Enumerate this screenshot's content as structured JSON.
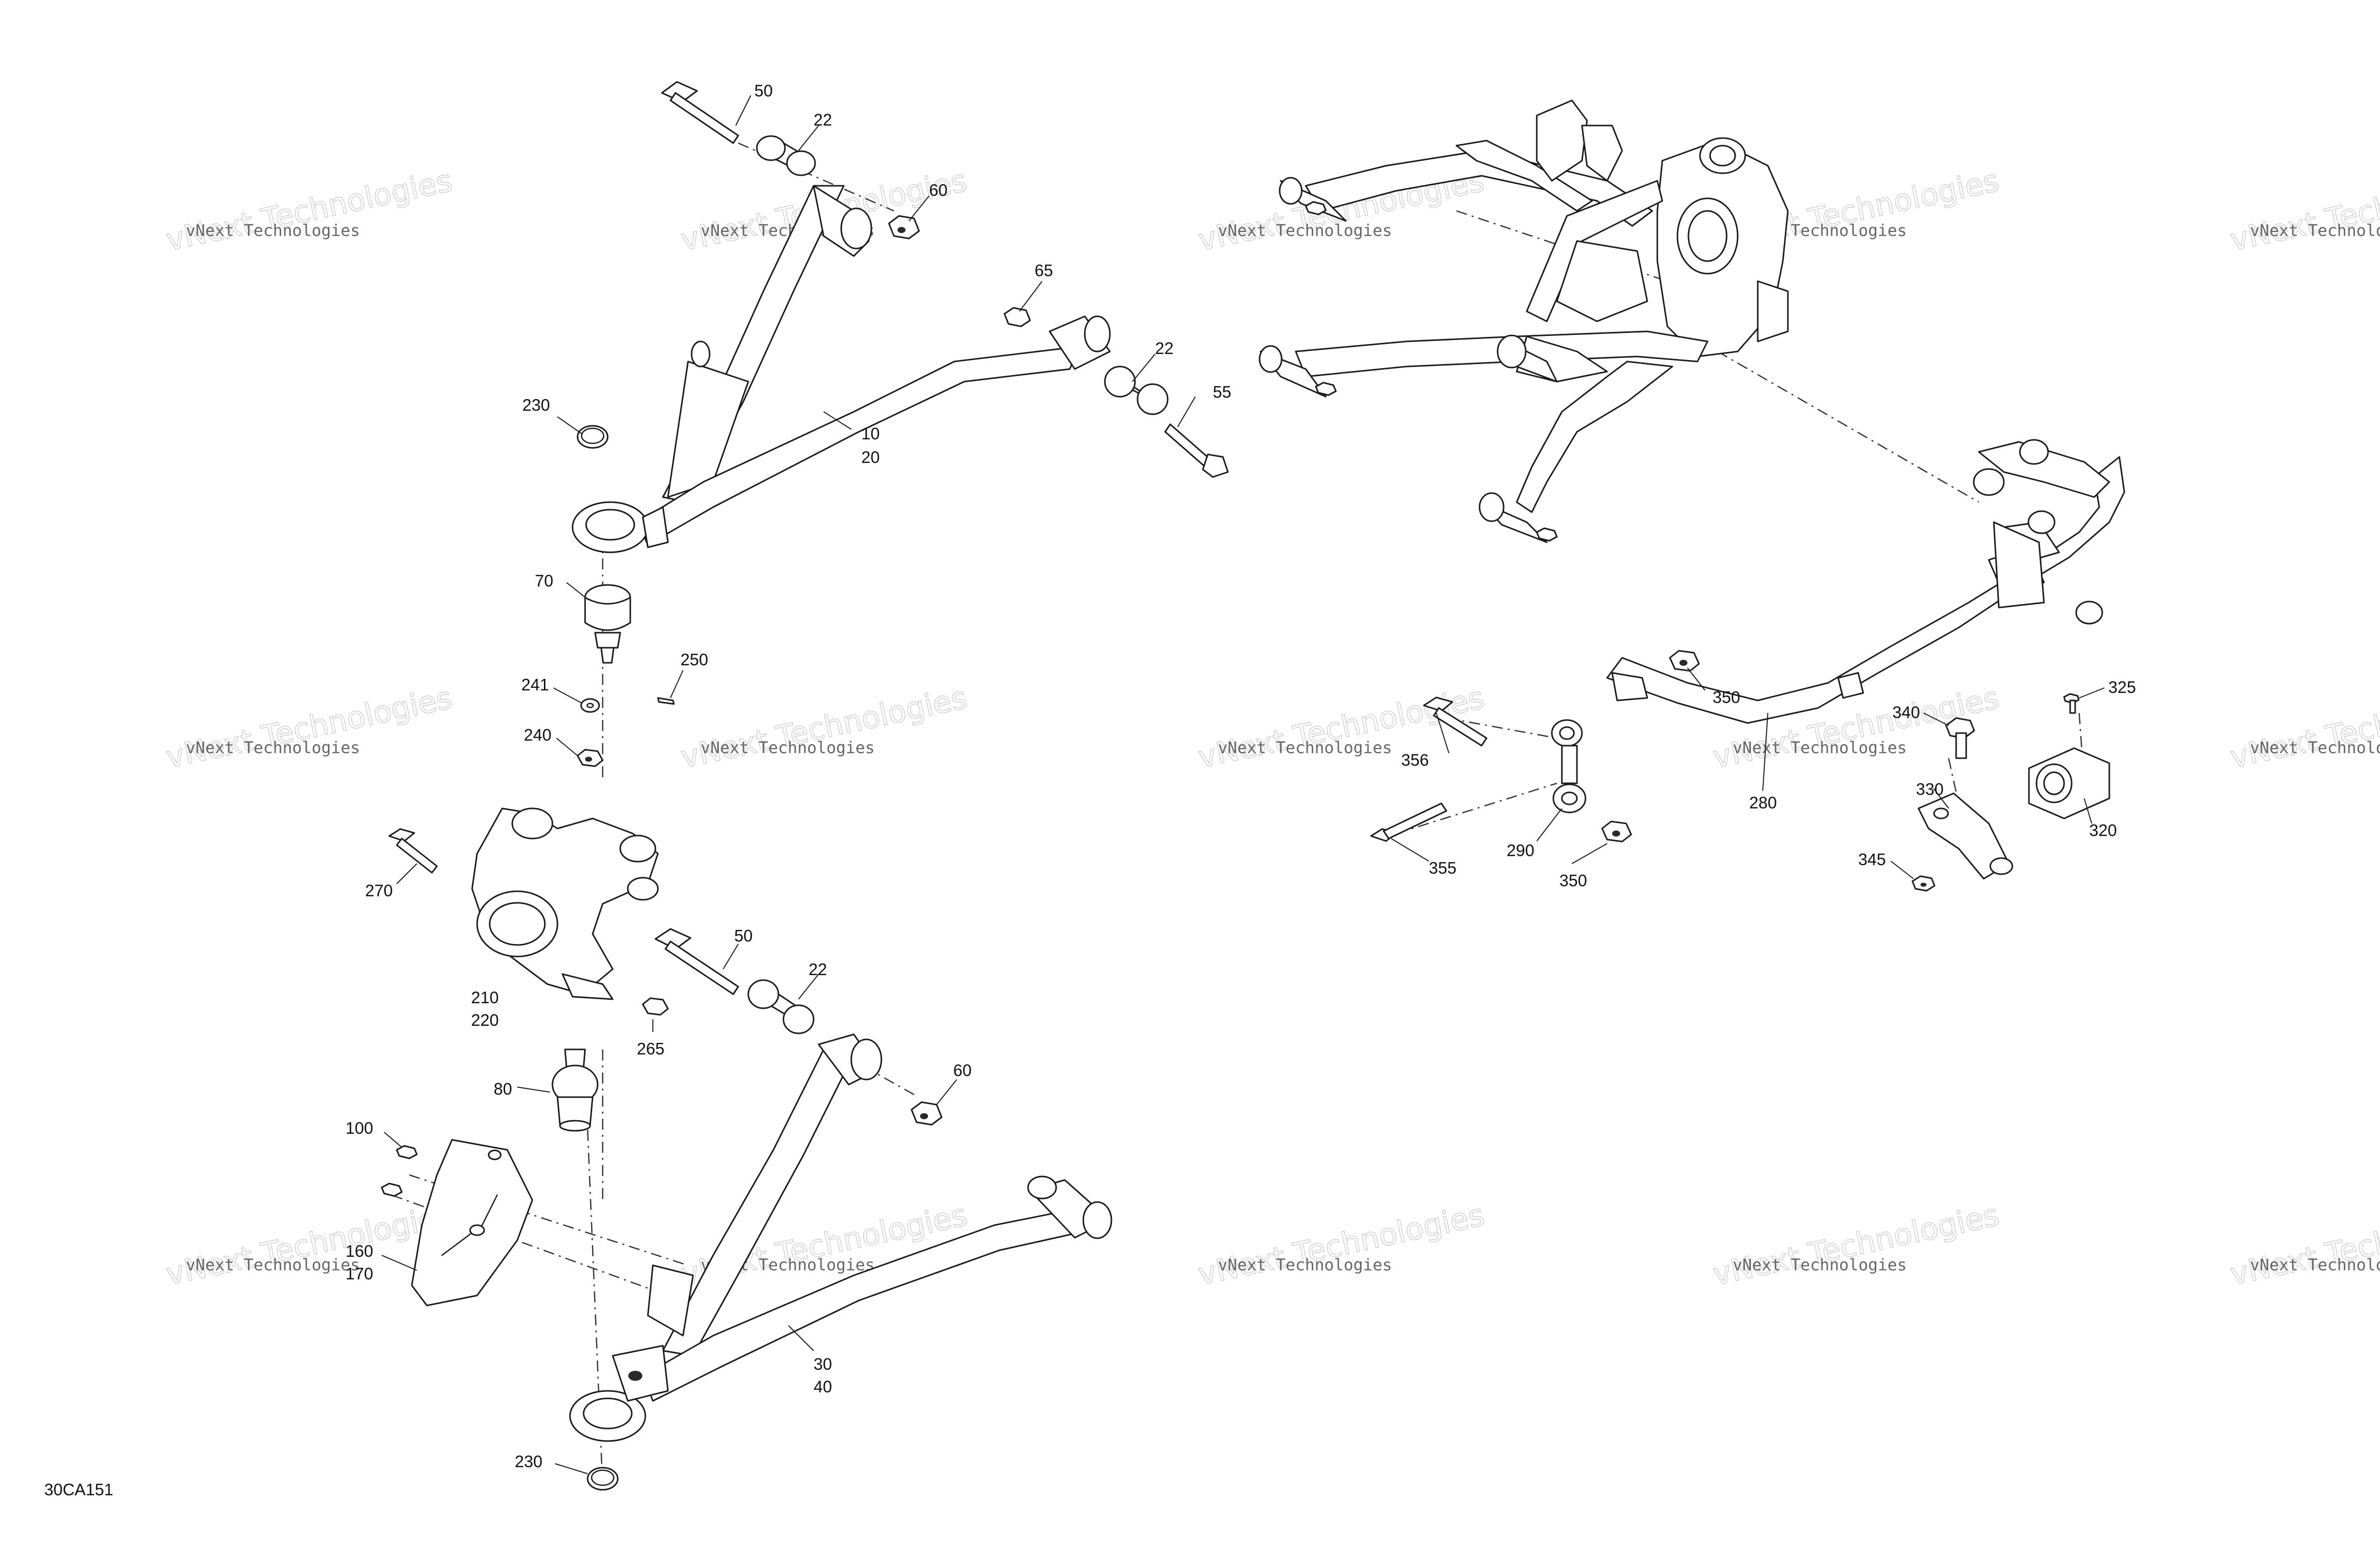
{
  "diagram_code": "30CA151",
  "watermark": {
    "line1": "vNext Technologies",
    "line2": "vNext Technologies"
  },
  "callouts": [
    {
      "id": "c50a",
      "text": "50"
    },
    {
      "id": "c22a",
      "text": "22"
    },
    {
      "id": "c60a",
      "text": "60"
    },
    {
      "id": "c65",
      "text": "65"
    },
    {
      "id": "c22b",
      "text": "22"
    },
    {
      "id": "c55",
      "text": "55"
    },
    {
      "id": "c10",
      "text": "10"
    },
    {
      "id": "c20",
      "text": "20"
    },
    {
      "id": "c230a",
      "text": "230"
    },
    {
      "id": "c70",
      "text": "70"
    },
    {
      "id": "c250",
      "text": "250"
    },
    {
      "id": "c241",
      "text": "241"
    },
    {
      "id": "c240",
      "text": "240"
    },
    {
      "id": "c270",
      "text": "270"
    },
    {
      "id": "c210",
      "text": "210"
    },
    {
      "id": "c220",
      "text": "220"
    },
    {
      "id": "c265",
      "text": "265"
    },
    {
      "id": "c50b",
      "text": "50"
    },
    {
      "id": "c22c",
      "text": "22"
    },
    {
      "id": "c60b",
      "text": "60"
    },
    {
      "id": "c80",
      "text": "80"
    },
    {
      "id": "c100",
      "text": "100"
    },
    {
      "id": "c160",
      "text": "160"
    },
    {
      "id": "c170",
      "text": "170"
    },
    {
      "id": "c30",
      "text": "30"
    },
    {
      "id": "c40",
      "text": "40"
    },
    {
      "id": "c230b",
      "text": "230"
    },
    {
      "id": "c350a",
      "text": "350"
    },
    {
      "id": "c356",
      "text": "356"
    },
    {
      "id": "c355",
      "text": "355"
    },
    {
      "id": "c290",
      "text": "290"
    },
    {
      "id": "c350b",
      "text": "350"
    },
    {
      "id": "c280",
      "text": "280"
    },
    {
      "id": "c340",
      "text": "340"
    },
    {
      "id": "c325",
      "text": "325"
    },
    {
      "id": "c330",
      "text": "330"
    },
    {
      "id": "c320",
      "text": "320"
    },
    {
      "id": "c345",
      "text": "345"
    }
  ]
}
